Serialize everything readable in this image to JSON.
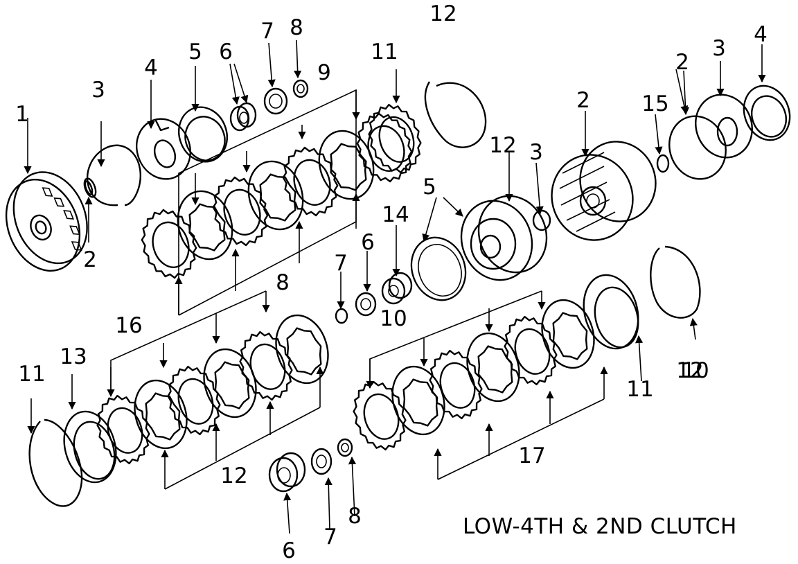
{
  "title": "LOW-4TH & 2ND CLUTCH",
  "callouts": [
    "1",
    "2",
    "3",
    "4",
    "5",
    "6",
    "7",
    "8",
    "9",
    "11",
    "12",
    "12",
    "3",
    "2",
    "15",
    "2",
    "3",
    "4",
    "5",
    "14",
    "6",
    "7",
    "8",
    "10",
    "16",
    "13",
    "11",
    "12",
    "10",
    "11",
    "12",
    "17",
    "6",
    "7",
    "8"
  ]
}
